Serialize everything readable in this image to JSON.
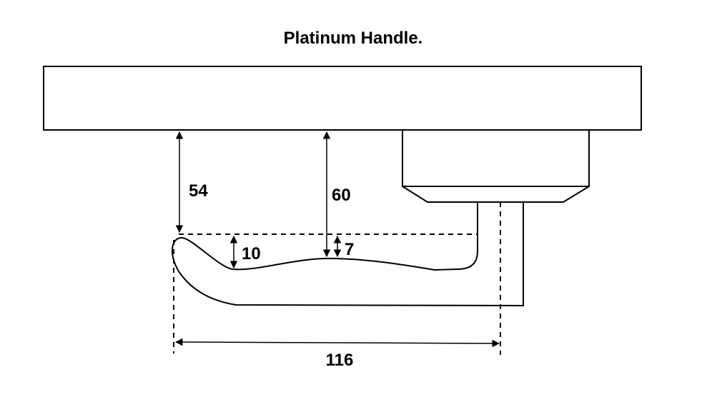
{
  "title": "Platinum Handle.",
  "dimensions": {
    "gap_left": "54",
    "gap_mid": "60",
    "tip_depth": "10",
    "dip_depth": "7",
    "length": "116"
  },
  "colors": {
    "stroke": "#000000",
    "background": "#ffffff"
  }
}
